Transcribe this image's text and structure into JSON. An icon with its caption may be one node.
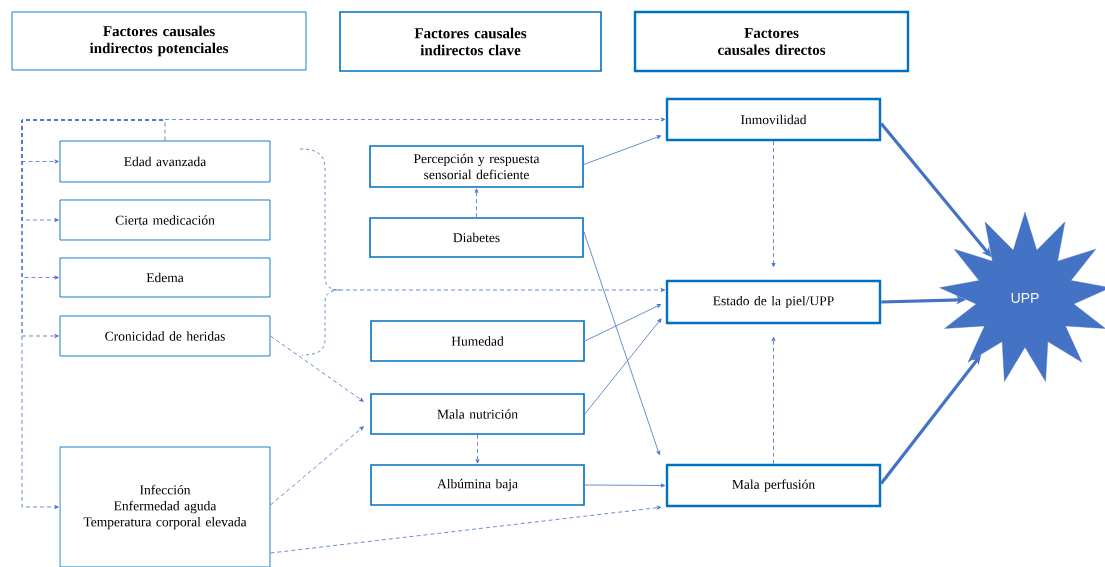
{
  "diagram": {
    "nodes": [
      {
        "text": [
          "Factores causales indirectos potenciales"
        ]
      },
      {
        "text": [
          "Factores causales indirectos clave"
        ]
      },
      {
        "text": [
          "Factores causales directos"
        ]
      },
      {
        "text": [
          "Edad avanzada"
        ]
      },
      {
        "text": [
          "Cierta medicación"
        ]
      },
      {
        "text": [
          "Edema"
        ]
      },
      {
        "text": [
          "Cronicidad de heridas"
        ]
      },
      {
        "text": [
          "Infección",
          "Enfermedad aguda",
          "Temperatura corporal elevada"
        ]
      },
      {
        "text": [
          "Percepción y respuesta sensorial deficiente"
        ]
      },
      {
        "text": [
          "Diabetes"
        ]
      },
      {
        "text": [
          "Humedad"
        ]
      },
      {
        "text": [
          "Mala nutrición"
        ]
      },
      {
        "text": [
          "Albúmina baja"
        ]
      },
      {
        "text": [
          "Inmovilidad"
        ]
      },
      {
        "text": [
          "Estado de la piel/UPP"
        ]
      },
      {
        "text": [
          "Mala perfusión"
        ]
      },
      {
        "text": [
          "UPP"
        ]
      }
    ],
    "edges": [
      {
        "from": 3,
        "to": 13,
        "arrow": "to",
        "style": "dashed"
      },
      {
        "from": null,
        "to": 3,
        "arrow": "to",
        "style": "dashed"
      },
      {
        "from": null,
        "to": 4,
        "arrow": "to",
        "style": "dashed"
      },
      {
        "from": null,
        "to": 5,
        "arrow": "to",
        "style": "dashed"
      },
      {
        "from": null,
        "to": 6,
        "arrow": "to",
        "style": "dashed"
      },
      {
        "from": null,
        "to": 7,
        "arrow": "to",
        "style": "dashed"
      },
      {
        "from": null,
        "to": 14,
        "arrow": "to",
        "style": "dashed"
      },
      {
        "from": 6,
        "to": 11,
        "arrow": "to",
        "style": "dashed"
      },
      {
        "from": 7,
        "to": 11,
        "arrow": "to",
        "style": "dashed"
      },
      {
        "from": 7,
        "to": 15,
        "arrow": "to",
        "style": "dashed"
      },
      {
        "from": 8,
        "to": 13,
        "arrow": "to"
      },
      {
        "from": 9,
        "to": 8,
        "arrow": "to",
        "style": "dashed"
      },
      {
        "from": 9,
        "to": 15,
        "arrow": "to"
      },
      {
        "from": 10,
        "to": 14,
        "arrow": "to"
      },
      {
        "from": 11,
        "to": 14,
        "arrow": "to"
      },
      {
        "from": 11,
        "to": 12,
        "arrow": "to",
        "style": "dashed"
      },
      {
        "from": 12,
        "to": 15,
        "arrow": "to"
      },
      {
        "from": 13,
        "to": 14,
        "arrow": "to",
        "style": "dashed"
      },
      {
        "from": 15,
        "to": 14,
        "arrow": "to",
        "style": "dashed"
      },
      {
        "from": 13,
        "to": 16,
        "arrow": "to",
        "style": "thick"
      },
      {
        "from": 14,
        "to": 16,
        "arrow": "to",
        "style": "thick"
      },
      {
        "from": 15,
        "to": 16,
        "arrow": "to",
        "style": "thick"
      }
    ]
  }
}
